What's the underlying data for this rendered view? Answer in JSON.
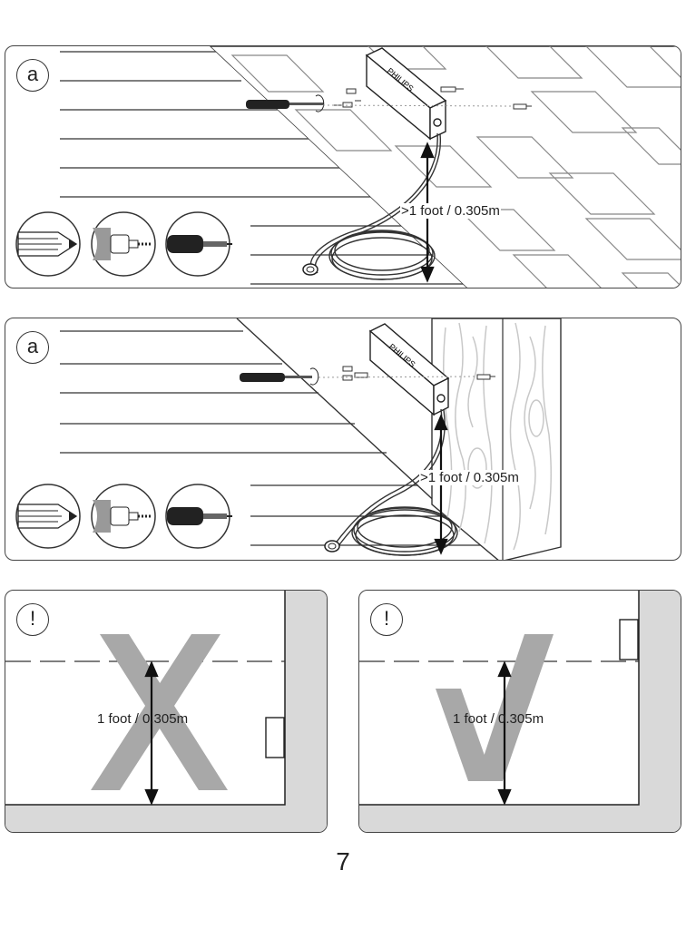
{
  "panels": [
    {
      "badge": "a",
      "brand": "PHILIPS",
      "dimension": ">1 foot / 0.305m",
      "surface": "brick-wall"
    },
    {
      "badge": "a",
      "brand": "PHILIPS",
      "dimension": ">1 foot / 0.305m",
      "surface": "wood-post"
    }
  ],
  "examples": [
    {
      "badge": "!",
      "dimension": "1 foot / 0.305m",
      "verdict": "incorrect",
      "mark": "x-mark-icon"
    },
    {
      "badge": "!",
      "dimension": "1 foot / 0.305m",
      "verdict": "correct",
      "mark": "check-mark-icon"
    }
  ],
  "tools": [
    "pencil-icon",
    "drill-icon",
    "screwdriver-icon"
  ],
  "colors": {
    "line": "#333333",
    "wall_grey": "#d9d9d9",
    "mark_grey": "#a8a8a8"
  },
  "page_number": "7"
}
